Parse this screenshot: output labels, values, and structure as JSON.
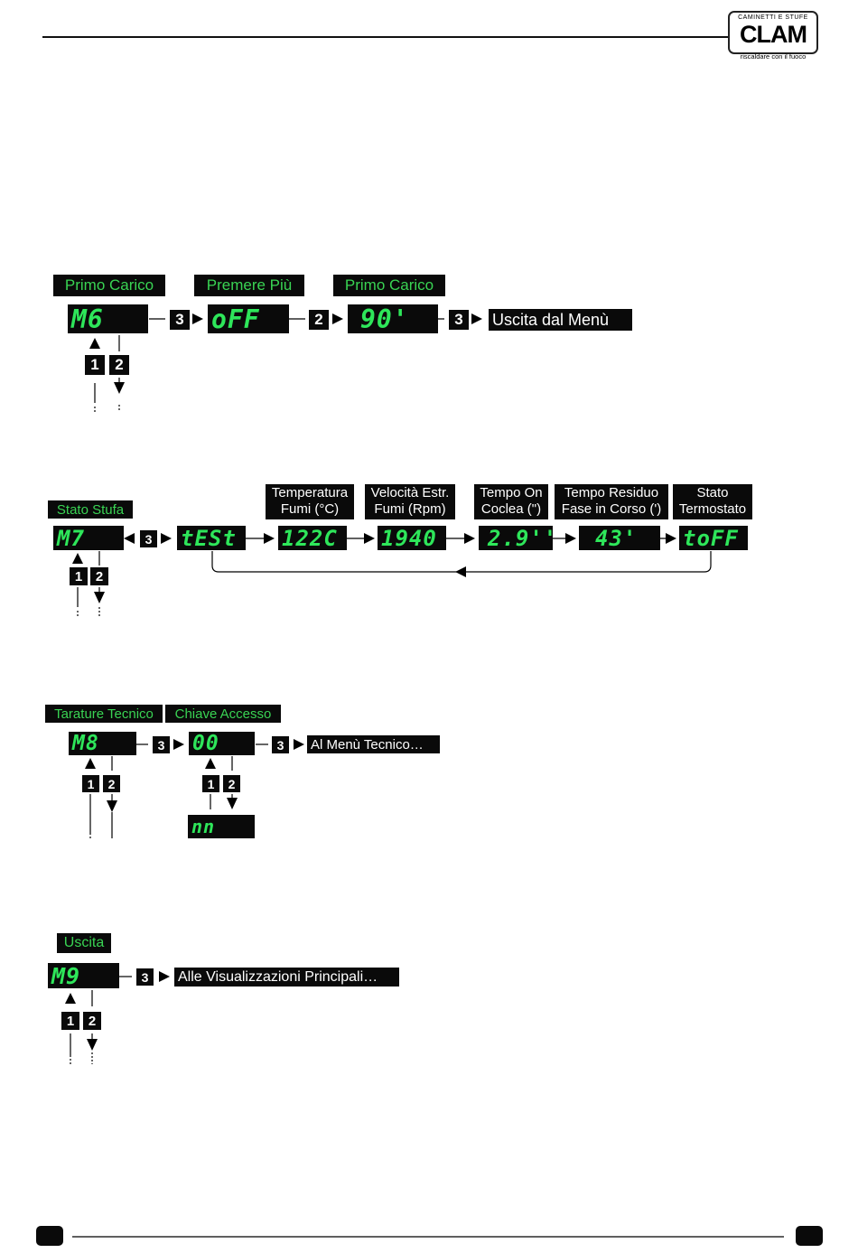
{
  "header": {
    "logo_top": "CAMINETTI E STUFE",
    "logo_main": "CLAM",
    "logo_tagline": "riscaldare con il fuoco"
  },
  "keys": {
    "k1": "1",
    "k2": "2",
    "k3": "3"
  },
  "section_m6": {
    "label_primo_carico_1": "Primo Carico",
    "label_premere_piu": "Premere Più",
    "label_primo_carico_2": "Primo Carico",
    "display_m6": "M6",
    "display_off": "oFF",
    "display_90": "90'",
    "exit_label": "Uscita dal Menù"
  },
  "section_m7": {
    "label_stato_stufa": "Stato Stufa",
    "display_m7": "M7",
    "display_test": "tESt",
    "display_temp": "122C",
    "display_speed": "1940",
    "display_coclea": "2.9''",
    "display_residuo": "43'",
    "display_termostato": "toFF",
    "header_temp": [
      "Temperatura",
      "Fumi (°C)"
    ],
    "header_speed": [
      "Velocità Estr.",
      "Fumi (Rpm)"
    ],
    "header_coclea": [
      "Tempo On",
      "Coclea (\")"
    ],
    "header_residuo": [
      "Tempo Residuo",
      "Fase in Corso (')"
    ],
    "header_termostato": [
      "Stato",
      "Termostato"
    ]
  },
  "section_m8": {
    "label_tarature": "Tarature Tecnico",
    "label_chiave": "Chiave Accesso",
    "display_m8": "M8",
    "display_00": "00",
    "display_nn": "nn",
    "menu_label": "Al Menù Tecnico…"
  },
  "section_m9": {
    "label_uscita": "Uscita",
    "display_m9": "M9",
    "menu_label": "Alle Visualizzazioni Principali…"
  },
  "colors": {
    "lcd_green": "#2ee65a",
    "label_green": "#39d353",
    "panel": "#0a0a0a"
  }
}
